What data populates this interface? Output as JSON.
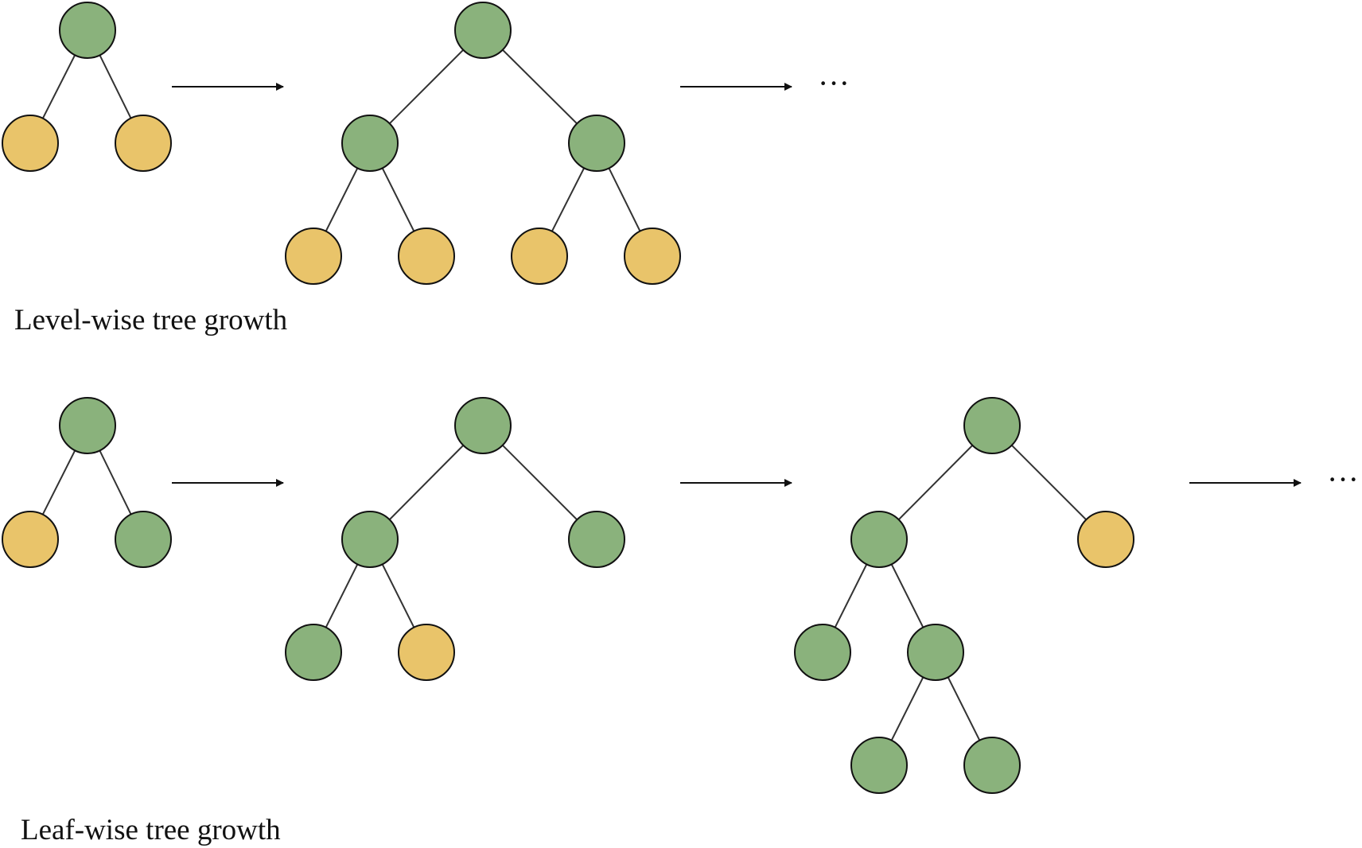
{
  "labels": {
    "level_wise": "Level-wise tree growth",
    "leaf_wise": "Leaf-wise tree growth"
  },
  "continuation": "···",
  "colors": {
    "internal_node": "#8ab27c",
    "leaf_node": "#e9c46a",
    "stroke": "#111111",
    "edge": "#333333"
  },
  "rows": [
    {
      "name": "level-wise",
      "trees": [
        {
          "nodes": [
            {
              "id": "r",
              "type": "internal"
            },
            {
              "id": "a",
              "type": "leaf",
              "parent": "r"
            },
            {
              "id": "b",
              "type": "leaf",
              "parent": "r"
            }
          ]
        },
        {
          "nodes": [
            {
              "id": "r",
              "type": "internal"
            },
            {
              "id": "a",
              "type": "internal",
              "parent": "r"
            },
            {
              "id": "b",
              "type": "internal",
              "parent": "r"
            },
            {
              "id": "a1",
              "type": "leaf",
              "parent": "a"
            },
            {
              "id": "a2",
              "type": "leaf",
              "parent": "a"
            },
            {
              "id": "b1",
              "type": "leaf",
              "parent": "b"
            },
            {
              "id": "b2",
              "type": "leaf",
              "parent": "b"
            }
          ]
        }
      ]
    },
    {
      "name": "leaf-wise",
      "trees": [
        {
          "nodes": [
            {
              "id": "r",
              "type": "internal"
            },
            {
              "id": "a",
              "type": "leaf",
              "parent": "r"
            },
            {
              "id": "b",
              "type": "internal",
              "parent": "r"
            }
          ]
        },
        {
          "nodes": [
            {
              "id": "r",
              "type": "internal"
            },
            {
              "id": "a",
              "type": "internal",
              "parent": "r"
            },
            {
              "id": "b",
              "type": "internal",
              "parent": "r"
            },
            {
              "id": "a1",
              "type": "internal",
              "parent": "a"
            },
            {
              "id": "a2",
              "type": "leaf",
              "parent": "a"
            }
          ]
        },
        {
          "nodes": [
            {
              "id": "r",
              "type": "internal"
            },
            {
              "id": "a",
              "type": "internal",
              "parent": "r"
            },
            {
              "id": "b",
              "type": "leaf",
              "parent": "r"
            },
            {
              "id": "a1",
              "type": "internal",
              "parent": "a"
            },
            {
              "id": "a2",
              "type": "internal",
              "parent": "a"
            },
            {
              "id": "a21",
              "type": "internal",
              "parent": "a2"
            },
            {
              "id": "a22",
              "type": "internal",
              "parent": "a2"
            }
          ]
        }
      ]
    }
  ]
}
